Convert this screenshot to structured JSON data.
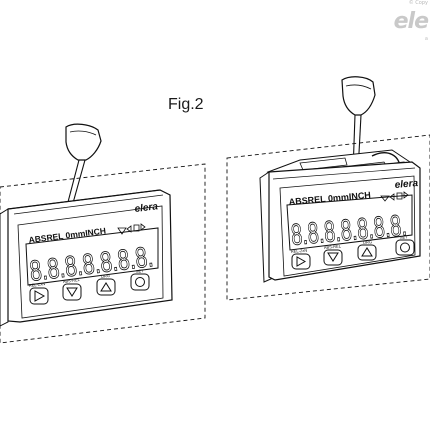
{
  "figure": {
    "title": "Fig.2"
  },
  "watermark": {
    "copyright": "© Copy",
    "logo": "ele",
    "small": "a"
  },
  "device_left": {
    "brand": "elera",
    "units": "ABSREL 0mmINCH",
    "digits": "8.8.8.8.8.8.8.",
    "buttons": [
      "REL-ZxN",
      "ABS-REL",
      "ORG",
      "SET"
    ]
  },
  "device_right": {
    "brand": "elera",
    "units": "ABSREL 0mmINCH",
    "digits": "8.8.8.8.8.8.8.",
    "buttons": [
      "REL-ZxN",
      "ABS-REL",
      "ORG",
      "SET"
    ]
  }
}
